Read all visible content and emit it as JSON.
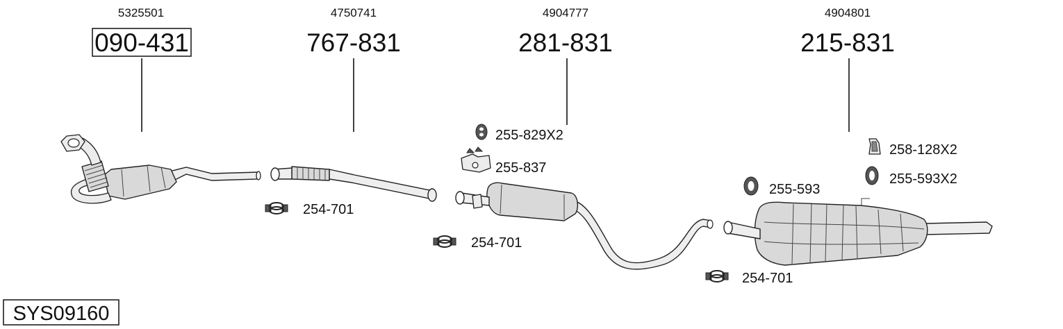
{
  "system_code": "SYS09160",
  "parts": [
    {
      "oe": "5325501",
      "part_no": "090-431"
    },
    {
      "oe": "4750741",
      "part_no": "767-831"
    },
    {
      "oe": "4904777",
      "part_no": "281-831"
    },
    {
      "oe": "4904801",
      "part_no": "215-831"
    }
  ],
  "accessories": [
    {
      "label": "254-701",
      "icon": "clamp-icon"
    },
    {
      "label": "254-701",
      "icon": "clamp-icon"
    },
    {
      "label": "255-829X2",
      "icon": "rubber-mount-icon"
    },
    {
      "label": "255-837",
      "icon": "bracket-mount-icon"
    },
    {
      "label": "255-593",
      "icon": "rubber-ring-icon"
    },
    {
      "label": "258-128X2",
      "icon": "hanger-icon"
    },
    {
      "label": "255-593X2",
      "icon": "rubber-ring-icon"
    },
    {
      "label": "254-701",
      "icon": "clamp-icon"
    }
  ]
}
